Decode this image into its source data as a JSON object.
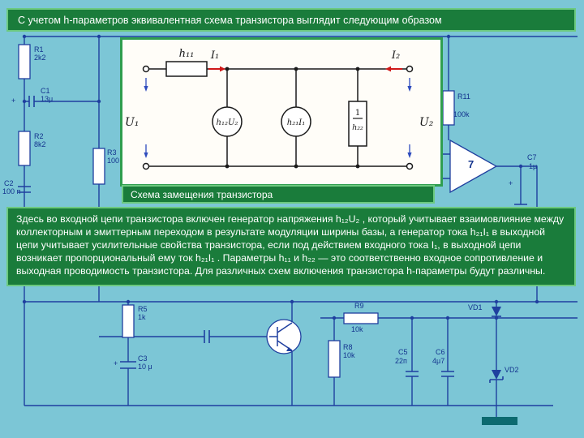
{
  "slide": {
    "title": "С учетом h-параметров эквивалентная схема транзистора выглядит следующим образом",
    "caption": "Схема замещения транзистора",
    "body": "Здесь во входной цепи транзистора включен генератор напряжения h₁₂U₂ , который учитывает взаимовлияние между коллекторным и эмиттерным переходом в результате модуляции ширины базы, а генератор тока h₂₁I₁ в выходной цепи учитывает усилительные свойства транзистора, если под действием входного тока I₁, в выходной цепи возникает пропорциональный ему ток h₂₁I₁ . Параметры h₁₁ и h₂₂ — это соответственно входное сопротивление и выходная проводимость транзистора. Для различных схем включения транзистора h-параметры будут различны."
  },
  "equivalent_circuit": {
    "h11": "h₁₁",
    "i1": "I₁",
    "i2": "I₂",
    "u1": "U₁",
    "u2": "U₂",
    "voltage_generator": "h₁₂U₂",
    "current_generator": "h₂₁I₁",
    "admittance_numerator": "1",
    "admittance_denominator": "h₂₂"
  },
  "background": {
    "labels": [
      "R1",
      "2k2",
      "C1",
      "13μ",
      "R2",
      "8k2",
      "C2",
      "100 п",
      "R3",
      "100",
      "R5",
      "1k",
      "C3",
      "10 μ",
      "R9",
      "10k",
      "R8",
      "10k",
      "C5",
      "22п",
      "C6",
      "4μ7",
      "VD1",
      "VD2",
      "C7",
      "1μ",
      "R11",
      "100k",
      "7",
      "+",
      "+",
      "+"
    ]
  },
  "colors": {
    "background": "#7cc6d6",
    "panel_bg": "#fffdf8",
    "green_bg": "#1a7c3b",
    "green_border": "#6cc97f",
    "panel_border": "#2f9e4f",
    "wire_blue": "#1f3f9f",
    "schematic_black": "#1a1a1a",
    "current_arrow_red": "#d01818",
    "text_white": "#ffffff"
  }
}
